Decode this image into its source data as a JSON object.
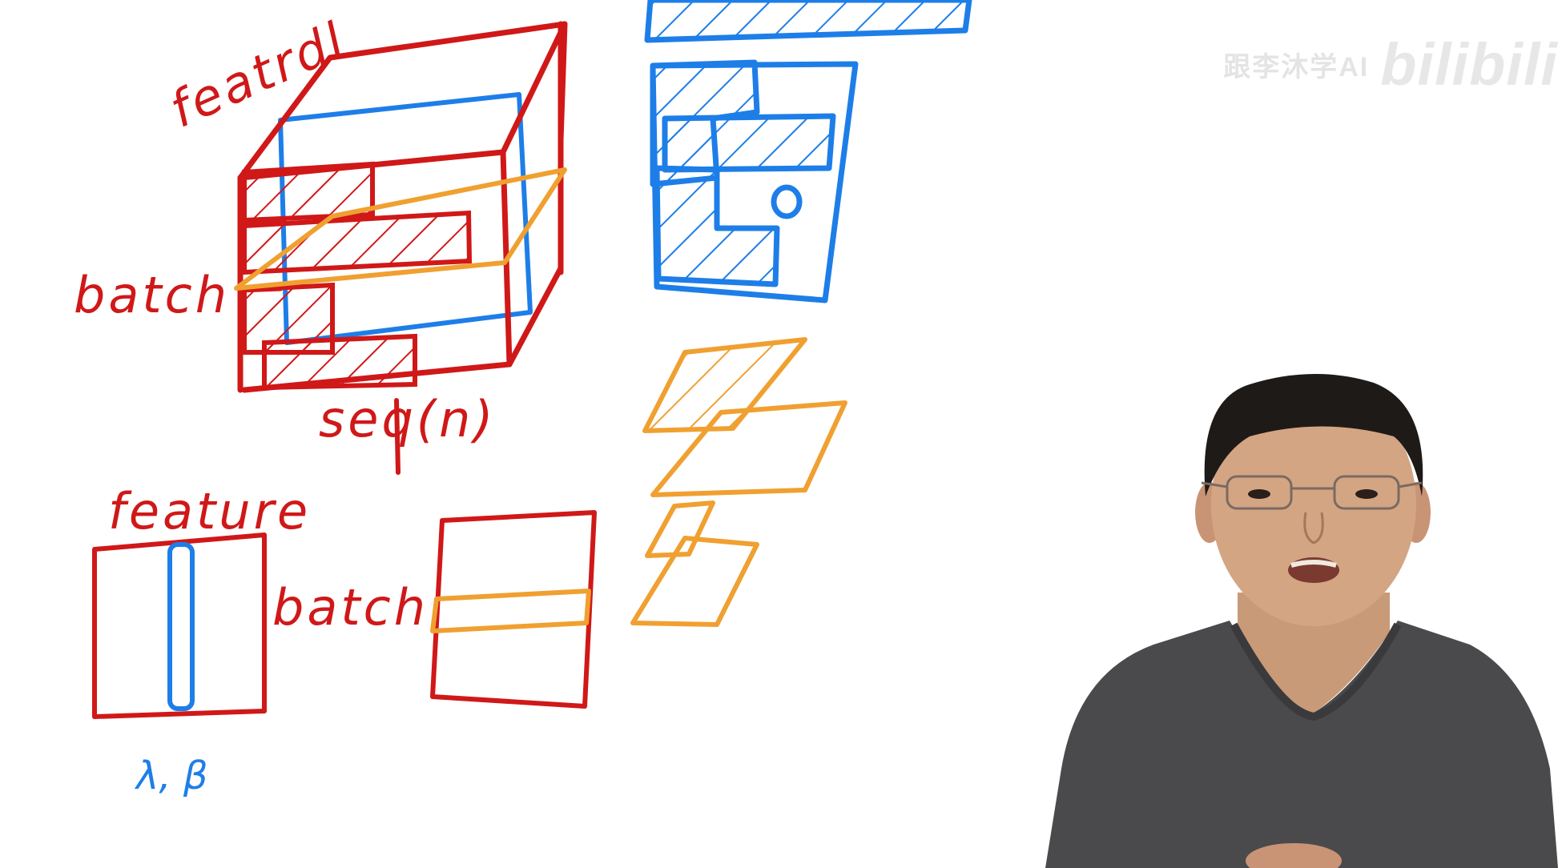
{
  "labels": {
    "feature_d": "featrdl",
    "batch_top": "batch",
    "seq_n": "seq(n)",
    "feature_bottom": "feature",
    "batch_bottom": "batch",
    "lambda_beta": "λ, β"
  },
  "watermark": {
    "channel": "跟李沐学AI",
    "logo": "bilibili"
  },
  "colors": {
    "red": "#d01818",
    "blue": "#1e7ee8",
    "orange": "#f0a030",
    "background": "#ffffff"
  }
}
